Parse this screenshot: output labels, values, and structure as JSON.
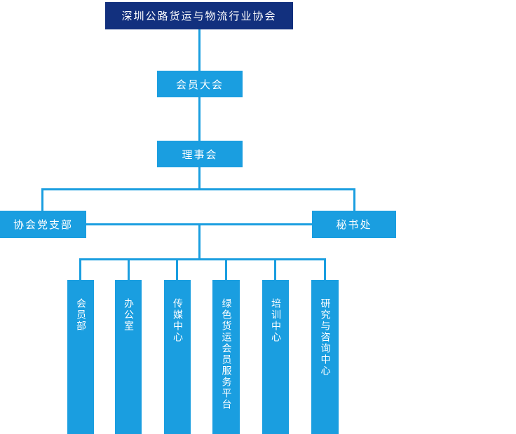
{
  "colors": {
    "primary_blue": "#1a9ee0",
    "root_navy": "#12307e",
    "text_white": "#ffffff",
    "background": "#ffffff"
  },
  "org_chart": {
    "root": {
      "label": "深圳公路货运与物流行业协会"
    },
    "assembly": {
      "label": "会员大会"
    },
    "council": {
      "label": "理事会"
    },
    "branch_left": {
      "label": "协会党支部"
    },
    "branch_right": {
      "label": "秘书处"
    },
    "departments": [
      {
        "label": "会员部"
      },
      {
        "label": "办公室"
      },
      {
        "label": "传媒中心"
      },
      {
        "label": "绿色货运会员服务平台"
      },
      {
        "label": "培训中心"
      },
      {
        "label": "研究与咨询中心"
      }
    ]
  }
}
